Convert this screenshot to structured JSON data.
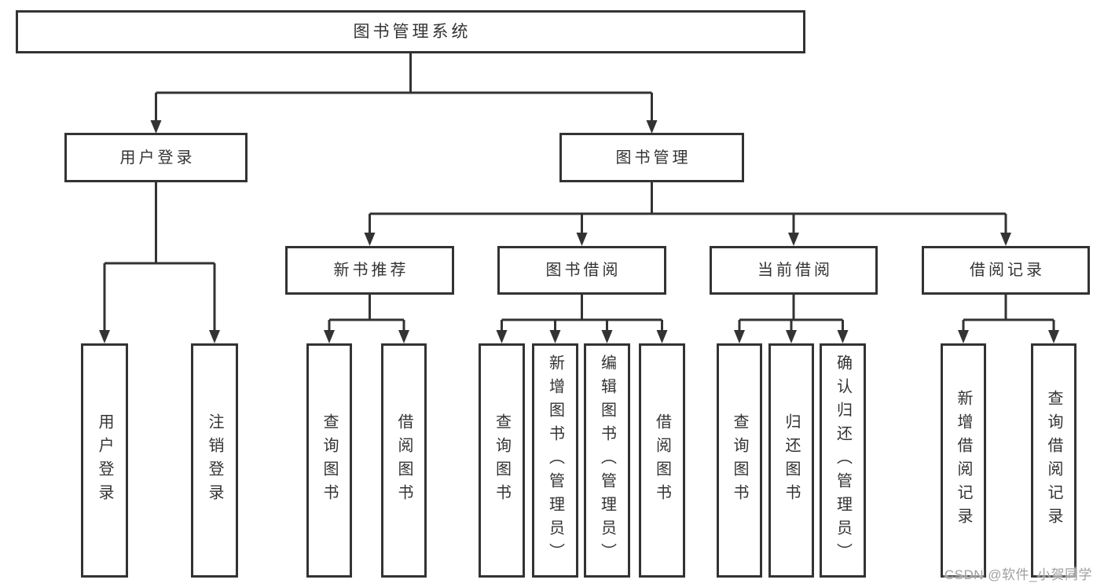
{
  "colors": {
    "line": "#333333",
    "box_fill": "#ffffff",
    "text": "#333333",
    "watermark": "#a0a0a0"
  },
  "watermark": {
    "text": "CSDN @软件_小贺同学"
  },
  "tree": {
    "label": "图书管理系统",
    "children": [
      {
        "label": "用户登录",
        "children": [
          {
            "label": "用户登录"
          },
          {
            "label": "注销登录"
          }
        ]
      },
      {
        "label": "图书管理",
        "children": [
          {
            "label": "新书推荐",
            "children": [
              {
                "label": "查询图书"
              },
              {
                "label": "借阅图书"
              }
            ]
          },
          {
            "label": "图书借阅",
            "children": [
              {
                "label": "查询图书"
              },
              {
                "label": "新增图书（管理员）"
              },
              {
                "label": "编辑图书（管理员）"
              },
              {
                "label": "借阅图书"
              }
            ]
          },
          {
            "label": "当前借阅",
            "children": [
              {
                "label": "查询图书"
              },
              {
                "label": "归还图书"
              },
              {
                "label": "确认归还（管理员）"
              }
            ]
          },
          {
            "label": "借阅记录",
            "children": [
              {
                "label": "新增借阅记录"
              },
              {
                "label": "查询借阅记录"
              }
            ]
          }
        ]
      }
    ]
  }
}
